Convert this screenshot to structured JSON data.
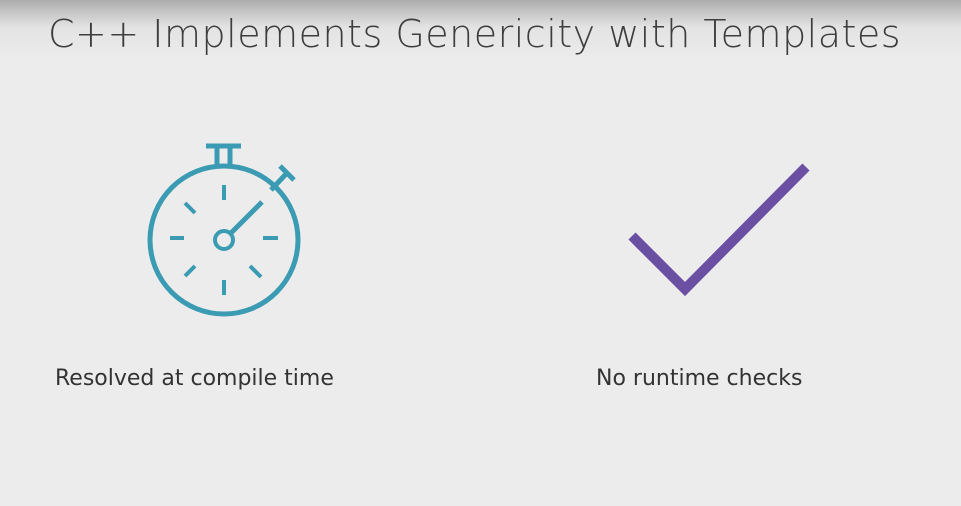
{
  "slide": {
    "title": "C++ Implements Genericity with Templates"
  },
  "points": [
    {
      "icon": "stopwatch-icon",
      "caption": "Resolved at compile time",
      "color": "#3a9bb3"
    },
    {
      "icon": "checkmark-icon",
      "caption": "No runtime checks",
      "color": "#6a4fa3"
    }
  ]
}
